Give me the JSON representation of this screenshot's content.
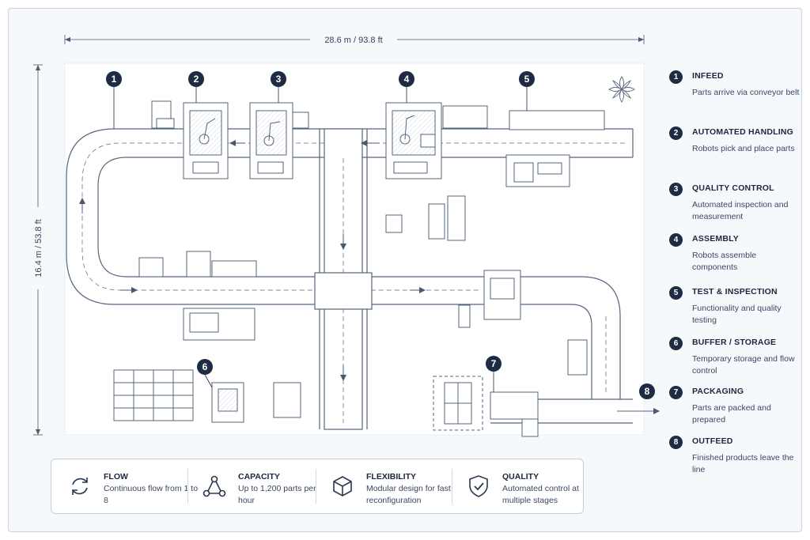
{
  "dimensions": {
    "width_label": "28.6 m / 93.8 ft",
    "height_label": "16.4 m / 53.8 ft"
  },
  "stations": [
    {
      "num": "1",
      "title": "INFEED",
      "desc": "Parts arrive via conveyor belt"
    },
    {
      "num": "2",
      "title": "AUTOMATED HANDLING",
      "desc": "Robots pick and place parts"
    },
    {
      "num": "3",
      "title": "QUALITY CONTROL",
      "desc": "Automated inspection and measurement"
    },
    {
      "num": "4",
      "title": "ASSEMBLY",
      "desc": "Robots assemble components"
    },
    {
      "num": "5",
      "title": "TEST & INSPECTION",
      "desc": "Functionality and quality testing"
    },
    {
      "num": "6",
      "title": "BUFFER / STORAGE",
      "desc": "Temporary storage and flow control"
    },
    {
      "num": "7",
      "title": "PACKAGING",
      "desc": "Parts are packed and prepared"
    },
    {
      "num": "8",
      "title": "OUTFEED",
      "desc": "Finished products leave the line"
    }
  ],
  "features": [
    {
      "title": "FLOW",
      "desc": "Continuous flow from 1 to 8",
      "icon": "cycle-arrows-icon"
    },
    {
      "title": "CAPACITY",
      "desc": "Up to 1,200 parts per hour",
      "icon": "network-nodes-icon"
    },
    {
      "title": "FLEXIBILITY",
      "desc": "Modular design for fast reconfiguration",
      "icon": "cube-icon"
    },
    {
      "title": "QUALITY",
      "desc": "Automated control at multiple stages",
      "icon": "shield-check-icon"
    }
  ],
  "colors": {
    "ink": "#1e2b42",
    "line": "#56657c",
    "conveyor_fill": "#ffffff",
    "background": "#f6f9fc"
  }
}
